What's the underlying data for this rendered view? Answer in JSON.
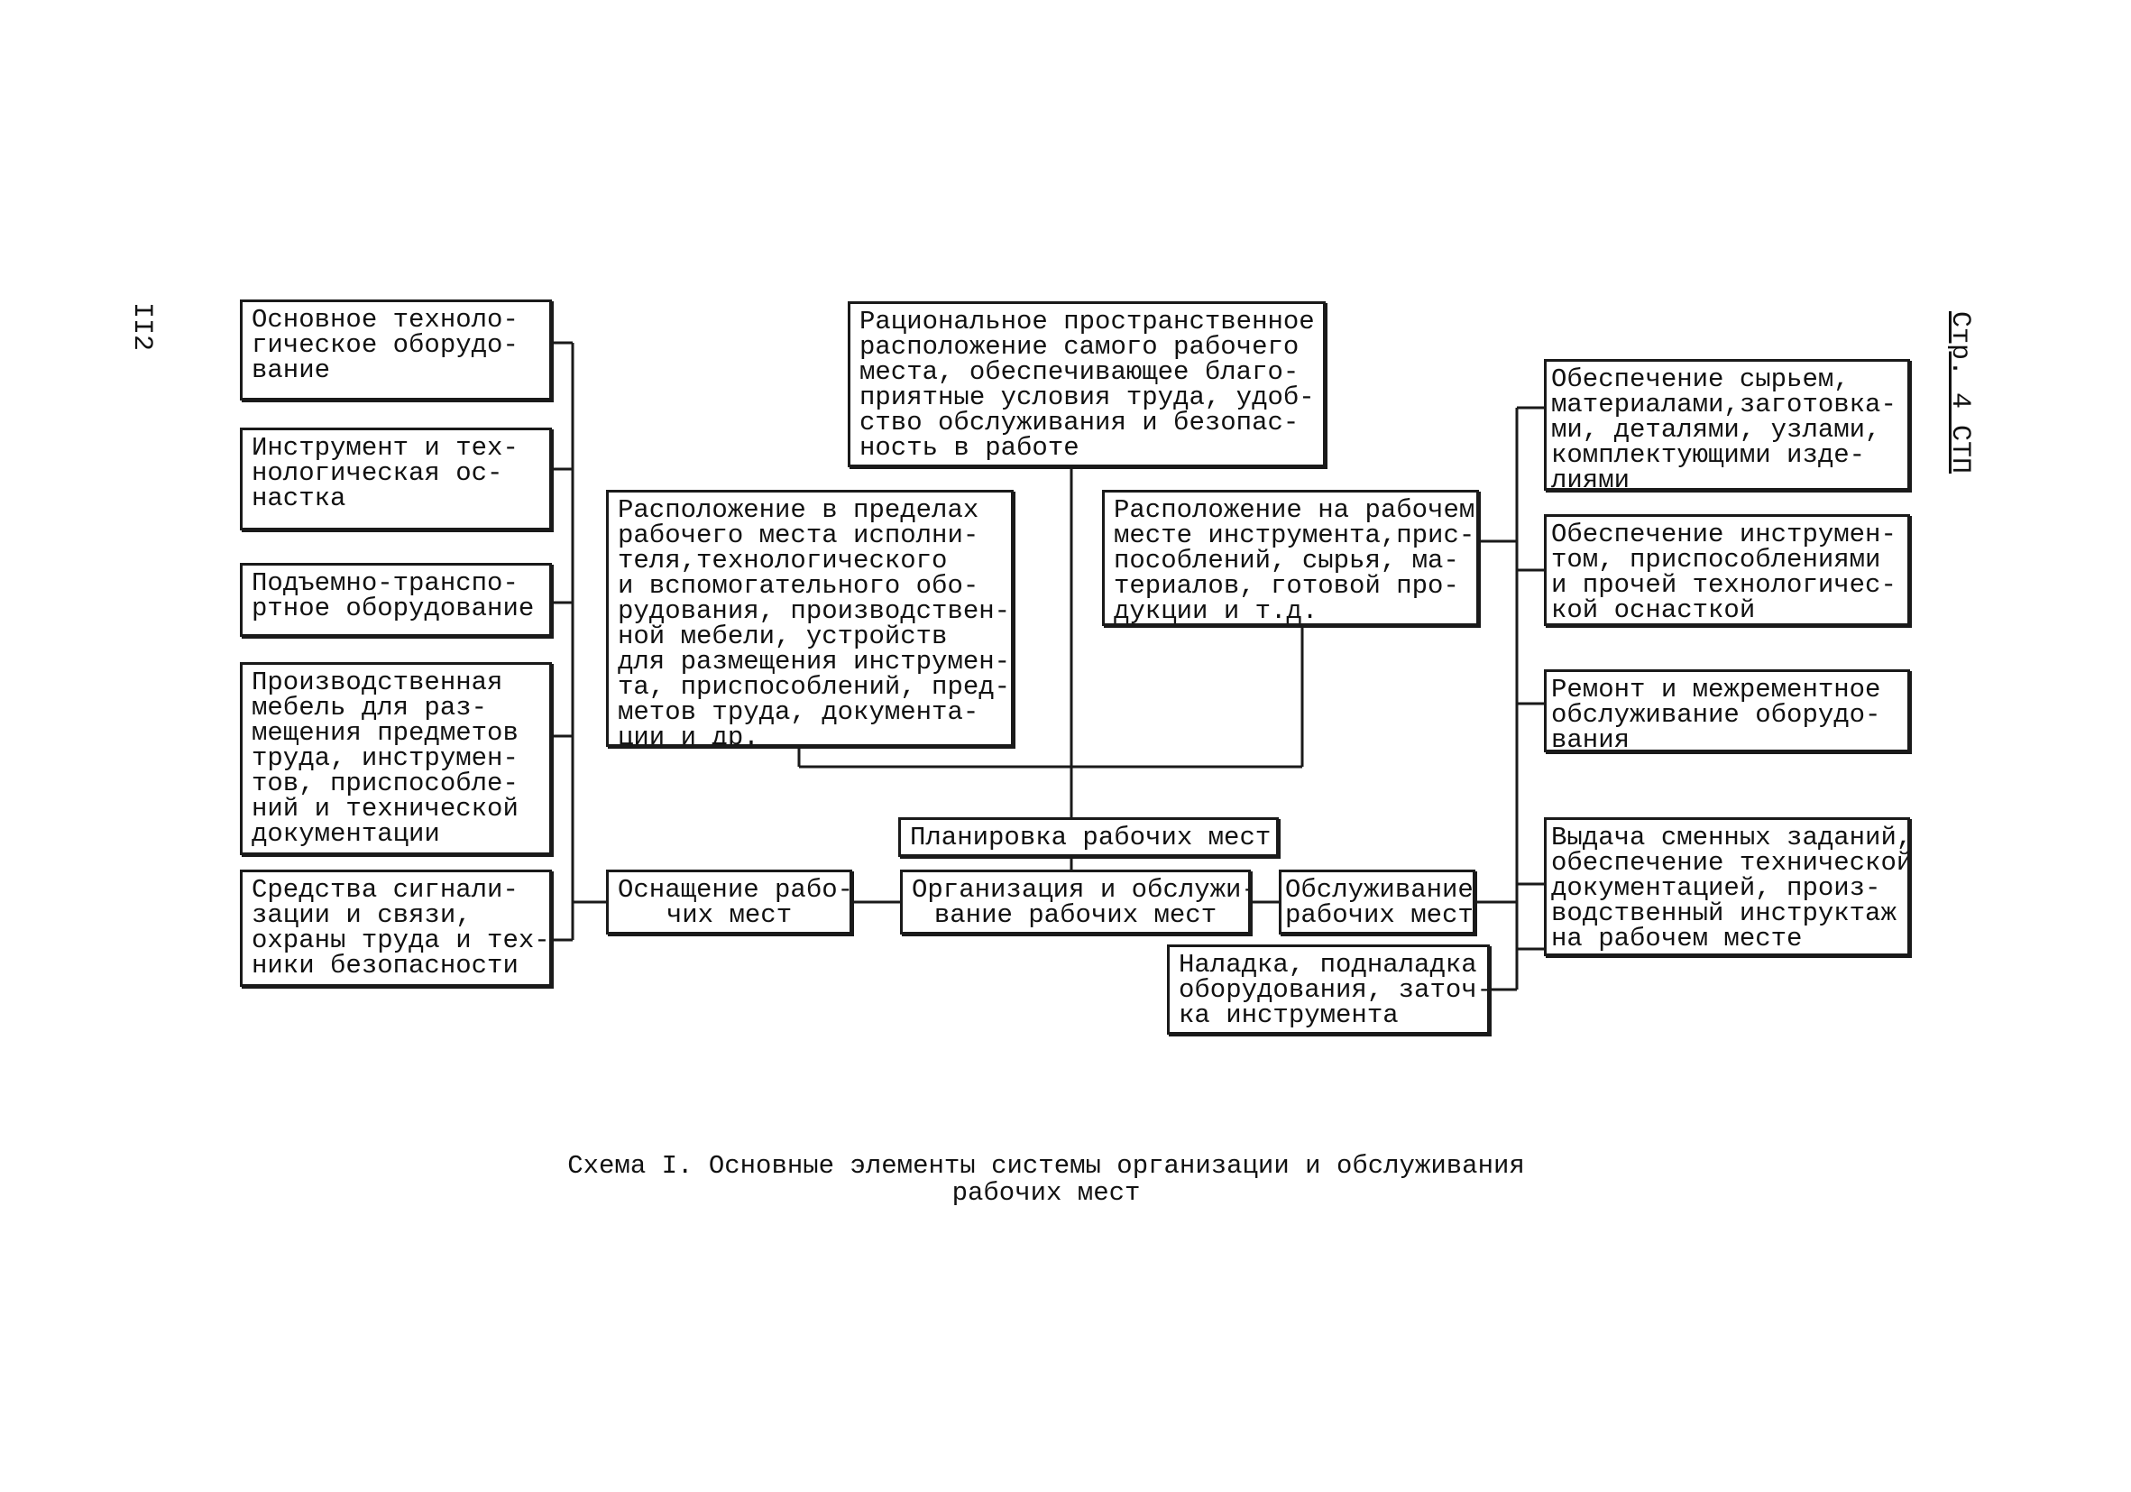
{
  "page": {
    "page_number": "II2",
    "side_label": "Стр. 4 СТП"
  },
  "left_column": [
    "Основное техноло-\nгическое оборудо-\nвание",
    "Инструмент и тех-\nнологическая ос-\nнастка",
    "Подъемно-транспо-\nртное оборудование",
    "Производственная\nмебель для раз-\nмещения предметов\nтруда, инструмен-\nтов, приспособле-\nний и технической\nдокументации",
    "Средства сигнали-\nзации и связи,\nохраны труда и тех-\nники безопасности"
  ],
  "center": {
    "top": "Рациональное пространственное\nрасположение самого рабочего\nместа, обеспечивающее благо-\nприятные условия труда, удоб-\nство обслуживания и безопас-\nность в работе",
    "left_placement": "Расположение в пределах\nрабочего места исполни-\nтеля,технологического\nи вспомогательного обо-\nрудования, производствен-\nной мебели, устройств\nдля размещения инструмен-\nта, приспособлений, пред-\nметов труда, документа-\nции и др.",
    "right_placement": "Расположение на рабочем\nместе инструмента,прис-\nпособлений, сырья, ма-\nтериалов, готовой про-\nдукции и т.д.",
    "planning": "Планировка рабочих мест",
    "equipping": "Оснащение рабо-\nчих мест",
    "organization": "Организация и обслужи-\nвание рабочих мест",
    "service": "Обслуживание\nрабочих мест",
    "setup": "Наладка, подналадка\nоборудования, заточ-\nка инструмента"
  },
  "right_column": [
    "Обеспечение сырьем,\nматериалами,заготовка-\nми, деталями, узлами,\nкомплектующими изде-\nлиями",
    "Обеспечение инструмен-\nтом, приспособлениями\nи прочей технологичес-\nкой оснасткой",
    "Ремонт и межрементное\nобслуживание оборудо-\nвания",
    "Выдача сменных заданий,\nобеспечение технической\nдокументацией, произ-\nводственный инструктаж\nна рабочем месте"
  ],
  "caption": "Схема I. Основные элементы системы организации и обслуживания\nрабочих мест"
}
